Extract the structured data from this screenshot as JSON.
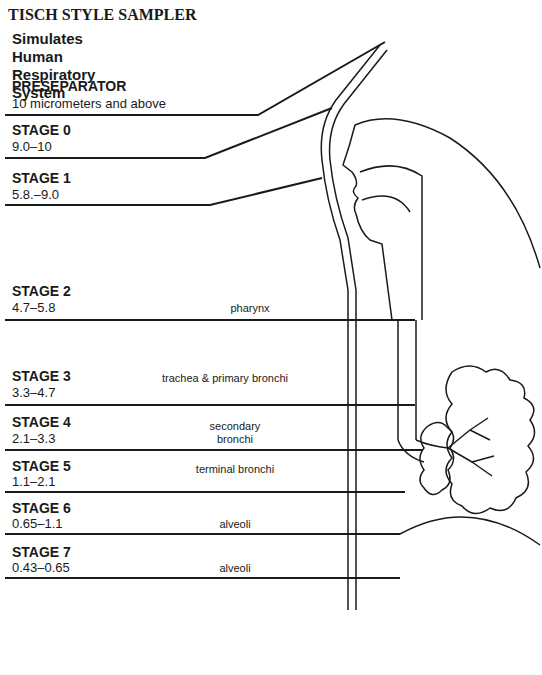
{
  "diagram": {
    "title": "TISCH STYLE SAMPLER",
    "labels": [
      "Simulates Human Respiratory System",
      "PRESEPARATOR",
      "10 micrometers and above",
      "STAGE 0",
      "9.0–10",
      "STAGE 1",
      "5.8.–9.0",
      "STAGE 2",
      "4.7–5.8",
      "pharynx",
      "STAGE 3",
      "3.3–4.7",
      "trachea & primary bronchi",
      "STAGE 4",
      "2.1–3.3",
      "secondary bronchi",
      "STAGE 5",
      "1.1–2.1",
      "terminal bronchi",
      "STAGE 6",
      "0.65–1.1",
      "alveoli",
      "STAGE 7",
      "0.43–0.65",
      "alveoli"
    ]
  }
}
